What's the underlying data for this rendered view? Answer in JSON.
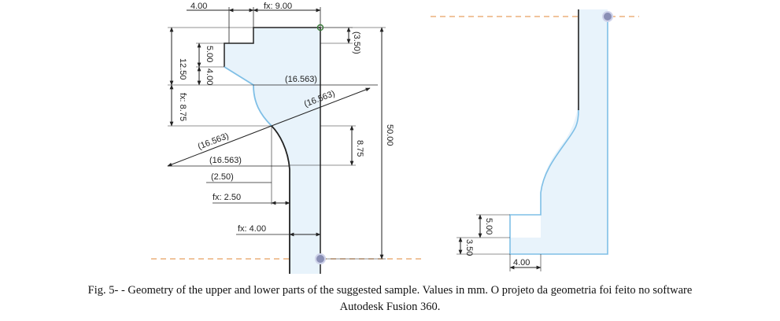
{
  "drawing_upper": {
    "dims": {
      "top_width": "4.00",
      "fx_9": "fx: 9.00",
      "d_350": "(3.50)",
      "d_1250": "12.50",
      "d_500": "5.00",
      "d_400": "4.00",
      "fx_875": "fx: 8.75",
      "r1": "(16.563)",
      "r2": "(16.563)",
      "r3": "(16.563)",
      "r4": "(16.563)",
      "d_250p": "(2.50)",
      "fx_250": "fx: 2.50",
      "fx_400": "fx: 4.00",
      "d_875": "8.75",
      "d_5000": "50.00"
    }
  },
  "drawing_lower": {
    "dims": {
      "d_500": "5.00",
      "d_350": "3.50",
      "d_400": "4.00"
    }
  },
  "caption": {
    "line1": "Fig. 5- - Geometry of the upper and lower parts of the suggested sample. Values in mm. O projeto da geometria foi feito no software",
    "line2": "Autodesk Fusion 360."
  },
  "colors": {
    "profile_fill": "#e8f3fb",
    "profile_edge": "#7fbfe6",
    "construction": "#e8a060",
    "origin": "#8a8fb5"
  }
}
